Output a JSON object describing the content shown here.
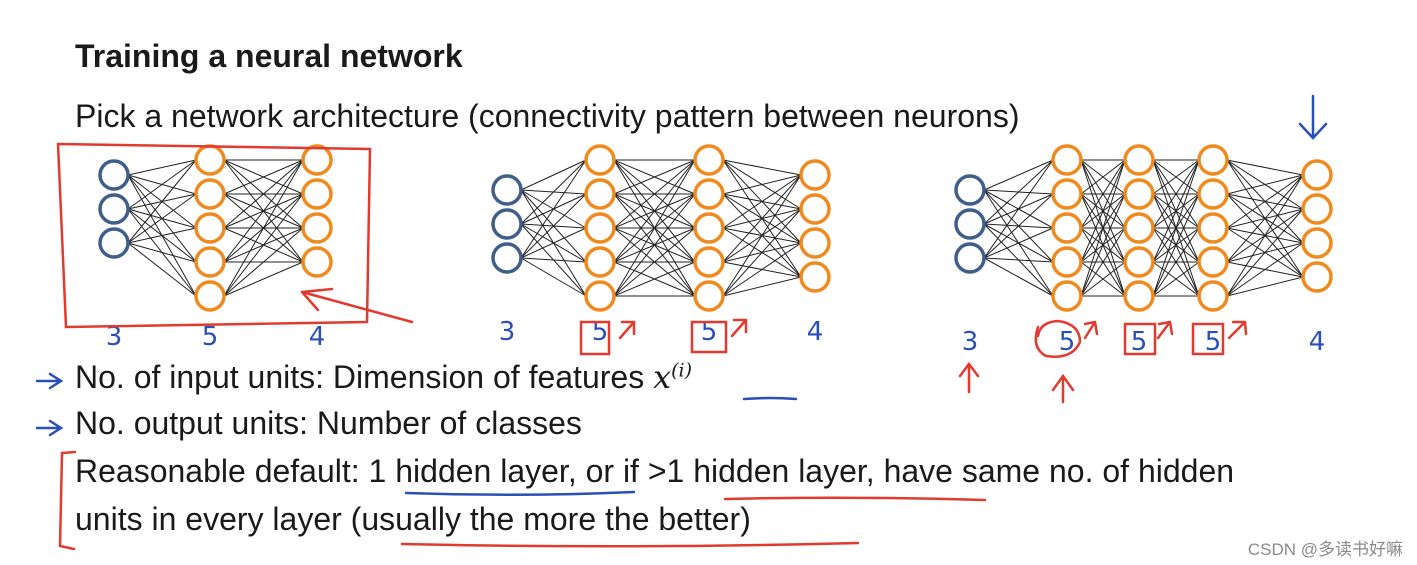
{
  "title": "Training a neural network",
  "subtitle": "Pick a network architecture (connectivity pattern between neurons)",
  "bullets": {
    "input_units": "No. of input units: Dimension of features",
    "feature_symbol": "x",
    "feature_superscript": "(i)",
    "output_units": "No. output units: Number of classes",
    "default_prefix": "Reasonable default:",
    "one_hidden": "1 hidden layer",
    "or_if": ", or if",
    "more_hidden": ">1 hidden layer",
    "same_units": ", have same no. of hidden",
    "line2_prefix": "units in every layer (",
    "usually": "usually the more the better",
    "line2_suffix": ")"
  },
  "networks": [
    {
      "layers": [
        3,
        5,
        4
      ],
      "labels": [
        "3",
        "5",
        "4"
      ]
    },
    {
      "layers": [
        3,
        5,
        5,
        4
      ],
      "labels": [
        "3",
        "5",
        "5",
        "4"
      ]
    },
    {
      "layers": [
        3,
        5,
        5,
        5,
        4
      ],
      "labels": [
        "3",
        "5",
        "5",
        "5",
        "4"
      ]
    }
  ],
  "watermark": "CSDN @多读书好嘛",
  "colors": {
    "input_node": "#3f5e8c",
    "hidden_node": "#ef8a1e",
    "edge": "#222222",
    "ink_red": "#e23a2e",
    "ink_blue": "#2a50b8"
  }
}
